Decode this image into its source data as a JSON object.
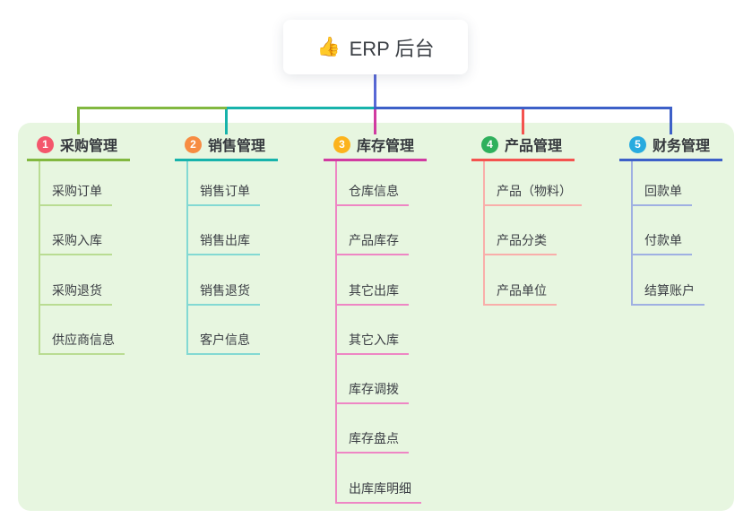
{
  "root": {
    "icon": "👍",
    "label": "ERP 后台"
  },
  "canvas": {
    "background": "#ffffff",
    "panel_background": "#e7f6e0"
  },
  "connector": {
    "stem_color": "#5868d6"
  },
  "branches": [
    {
      "badge": "1",
      "title": "采购管理",
      "colors": {
        "badge": "#f4566c",
        "line": "#82b840",
        "sub_line": "#b9dc92"
      },
      "items": [
        "采购订单",
        "采购入库",
        "采购退货",
        "供应商信息"
      ]
    },
    {
      "badge": "2",
      "title": "销售管理",
      "colors": {
        "badge": "#f78c42",
        "line": "#17b3ab",
        "sub_line": "#83d9d3"
      },
      "items": [
        "销售订单",
        "销售出库",
        "销售退货",
        "客户信息"
      ]
    },
    {
      "badge": "3",
      "title": "库存管理",
      "colors": {
        "badge": "#fcb31c",
        "line": "#d13ba1",
        "sub_line": "#ee86c4"
      },
      "items": [
        "仓库信息",
        "产品库存",
        "其它出库",
        "其它入库",
        "库存调拨",
        "库存盘点",
        "出库库明细"
      ]
    },
    {
      "badge": "4",
      "title": "产品管理",
      "colors": {
        "badge": "#2fb05c",
        "line": "#f4534f",
        "sub_line": "#f9aeaa"
      },
      "items": [
        "产品（物料）",
        "产品分类",
        "产品单位"
      ]
    },
    {
      "badge": "5",
      "title": "财务管理",
      "colors": {
        "badge": "#28abdf",
        "line": "#3d60c8",
        "sub_line": "#9fb0e2"
      },
      "items": [
        "回款单",
        "付款单",
        "结算账户"
      ]
    }
  ]
}
